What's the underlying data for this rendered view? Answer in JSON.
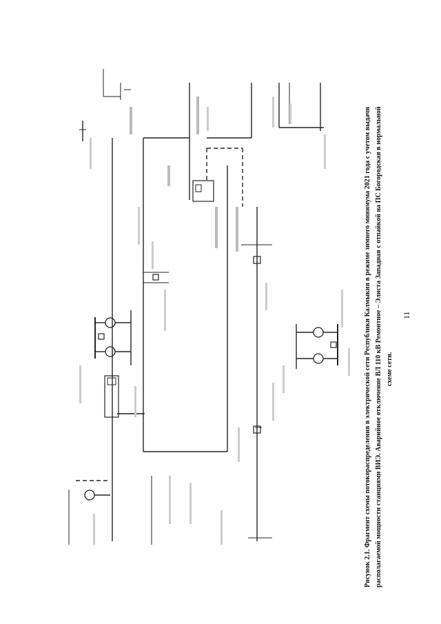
{
  "caption": {
    "line1": "Рисунок 2.1. Фрагмент схемы потокораспределения в электрической сети Республики Калмыкия в режиме зимнего минимума 2021 года с учетом выдачи",
    "line2": "располагаемой мощности станциями ВИЭ. Аварийное отключение ВЛ 110 кВ Ремонтное – Элиста Западная с отпайкой на ПС Богородская в нормальной",
    "line3": "схеме сети."
  },
  "page_number": "11"
}
